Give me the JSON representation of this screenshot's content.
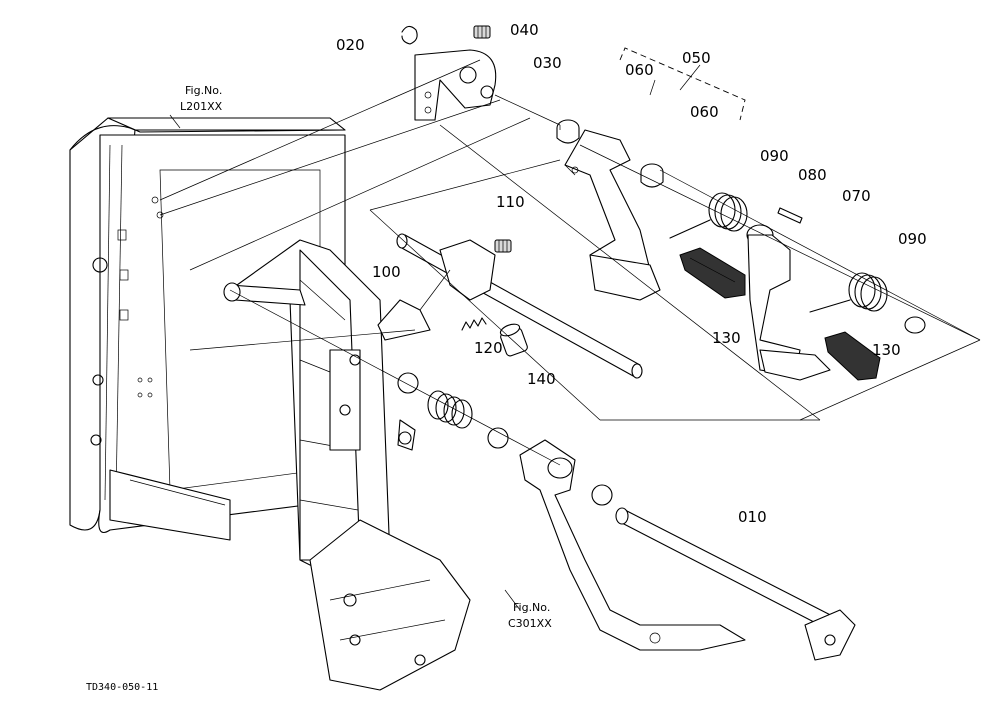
{
  "diagram": {
    "part_labels": {
      "p010": "010",
      "p020": "020",
      "p030": "030",
      "p040": "040",
      "p050": "050",
      "p060a": "060",
      "p060b": "060",
      "p070": "070",
      "p080": "080",
      "p090a": "090",
      "p090b": "090",
      "p100": "100",
      "p110": "110",
      "p120": "120",
      "p130a": "130",
      "p130b": "130",
      "p140": "140"
    },
    "figure_refs": {
      "l201": {
        "line1": "Fig.No.",
        "line2": "L201XX"
      },
      "c301": {
        "line1": "Fig.No.",
        "line2": "C301XX"
      }
    },
    "drawing_id": "TD340-050-11"
  }
}
